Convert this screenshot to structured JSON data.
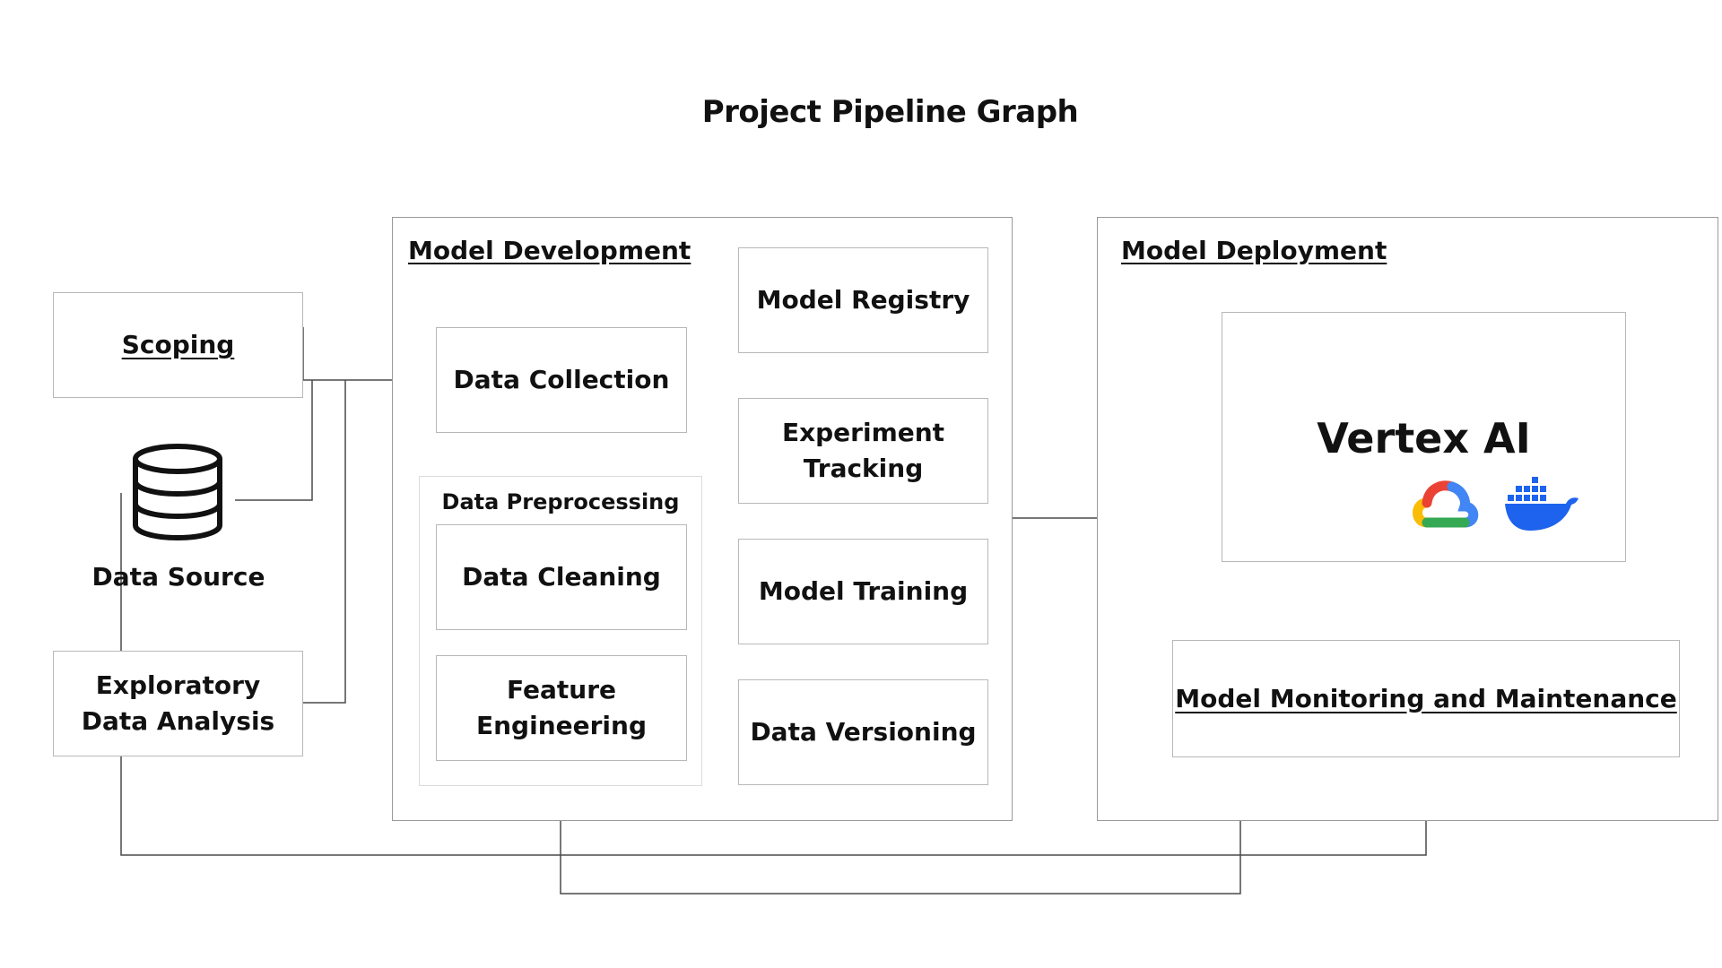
{
  "title": "Project Pipeline Graph",
  "nodes": {
    "scoping": "Scoping",
    "data_source": "Data Source",
    "eda": "Exploratory Data Analysis",
    "data_collection": "Data Collection",
    "data_preprocessing": "Data Preprocessing",
    "data_cleaning": "Data Cleaning",
    "feature_engineering": "Feature Engineering",
    "model_registry": "Model Registry",
    "experiment_tracking": "Experiment Tracking",
    "model_training": "Model Training",
    "data_versioning": "Data Versioning",
    "vertex_ai": "Vertex AI",
    "model_monitoring": "Model Monitoring and Maintenance"
  },
  "panels": {
    "development": "Model Development",
    "deployment": "Model Deployment"
  },
  "icons": {
    "database": "database-icon",
    "google_cloud": "google-cloud-icon",
    "docker": "docker-icon"
  },
  "colors": {
    "line": "#4a4a4a",
    "box_border": "#b8b8b8",
    "google_blue": "#4285F4",
    "google_red": "#EA4335",
    "google_yellow": "#FBBC05",
    "google_green": "#34A853",
    "docker_blue": "#1D63ED"
  }
}
